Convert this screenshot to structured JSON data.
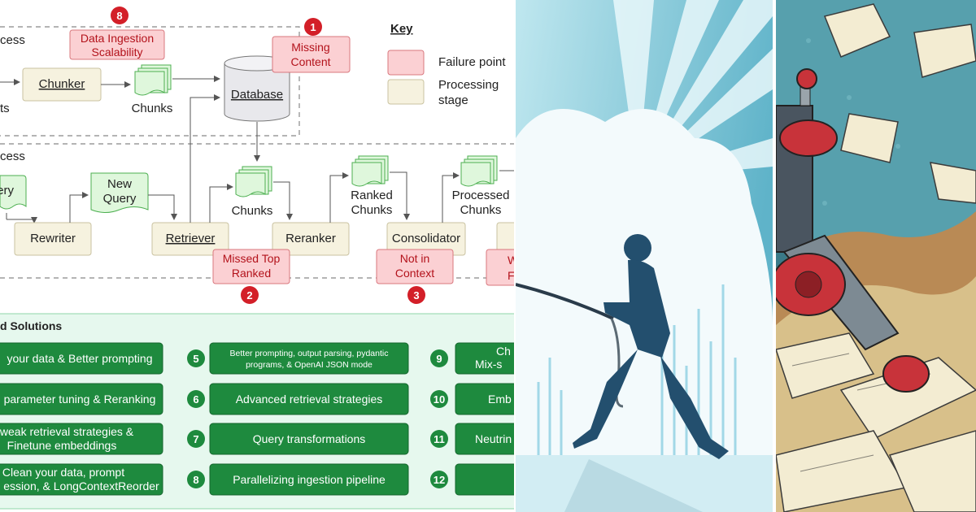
{
  "diagram": {
    "indexing_label": "cess",
    "query_label": "cess",
    "documents_label": "ts",
    "key": {
      "title": "Key",
      "failure_label": "Failure point",
      "processing_label_1": "Processing",
      "processing_label_2": "stage"
    },
    "nodes": {
      "chunker": "Chunker",
      "chunks_top": "Chunks",
      "database": "Database",
      "query": "ery",
      "new_query_1": "New",
      "new_query_2": "Query",
      "rewriter": "Rewriter",
      "retriever": "Retriever",
      "chunks_mid": "Chunks",
      "reranker": "Reranker",
      "ranked_1": "Ranked",
      "ranked_2": "Chunks",
      "consolidator": "Consolidator",
      "processed_1": "Processed",
      "processed_2": "Chunks"
    },
    "failures": [
      {
        "number": "8",
        "line1": "Data Ingestion",
        "line2": "Scalability"
      },
      {
        "number": "1",
        "line1": "Missing",
        "line2": "Content"
      },
      {
        "number": "2",
        "line1": "Missed Top",
        "line2": "Ranked"
      },
      {
        "number": "3",
        "line1": "Not in",
        "line2": "Context"
      },
      {
        "line1": "W",
        "line2": "F"
      }
    ],
    "solutions_title": "d Solutions",
    "solutions": [
      {
        "line1": "your data & Better prompting"
      },
      {
        "line1": "parameter tuning & Reranking"
      },
      {
        "line1": "weak retrieval strategies &",
        "line2": "Finetune embeddings"
      },
      {
        "line1": "Clean your data, prompt",
        "line2": "ession, & LongContextReorder"
      },
      {
        "number": "5",
        "line1": "Better prompting, output parsing, pydantic",
        "line2": "programs, & OpenAI JSON mode"
      },
      {
        "number": "6",
        "line1": "Advanced retrieval strategies"
      },
      {
        "number": "7",
        "line1": "Query transformations"
      },
      {
        "number": "8",
        "line1": "Parallelizing ingestion pipeline"
      },
      {
        "number": "9",
        "line1": "Ch",
        "line2": "Mix-s"
      },
      {
        "number": "10",
        "line1": "Emb"
      },
      {
        "number": "11",
        "line1": "Neutrin"
      },
      {
        "number": "12",
        "line1": ""
      }
    ]
  },
  "images": {
    "tug_of_war": "person-pulling-rope-illustration",
    "robot": "robot-in-paper-pile-illustration"
  },
  "colors": {
    "failure_fill": "#fbd0d3",
    "failure_stroke": "#d9777e",
    "failure_badge": "#d31f28",
    "stage_fill": "#f6f2df",
    "chunk_fill": "#dff7dc",
    "solution_green": "#1e8a3e",
    "solutions_bg": "#e6f8ee"
  }
}
